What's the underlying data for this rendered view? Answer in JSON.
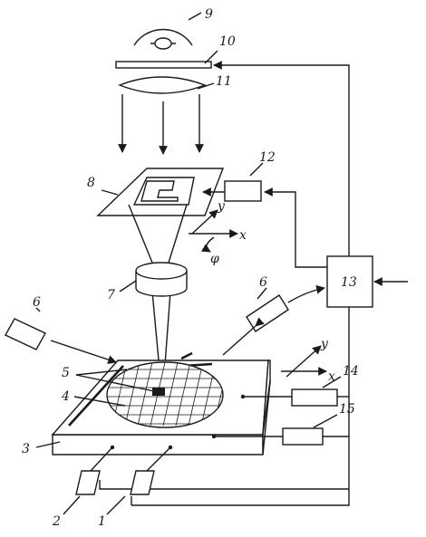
{
  "labels": {
    "n1": "1",
    "n2": "2",
    "n3": "3",
    "n4": "4",
    "n5": "5",
    "n6a": "6",
    "n6b": "6",
    "n7": "7",
    "n8": "8",
    "n9": "9",
    "n10": "10",
    "n11": "11",
    "n12": "12",
    "n13": "13",
    "n14": "14",
    "n15": "15"
  },
  "axes": {
    "upper_x": "x",
    "upper_y": "y",
    "upper_phi": "φ",
    "lower_x": "x",
    "lower_y": "y"
  }
}
